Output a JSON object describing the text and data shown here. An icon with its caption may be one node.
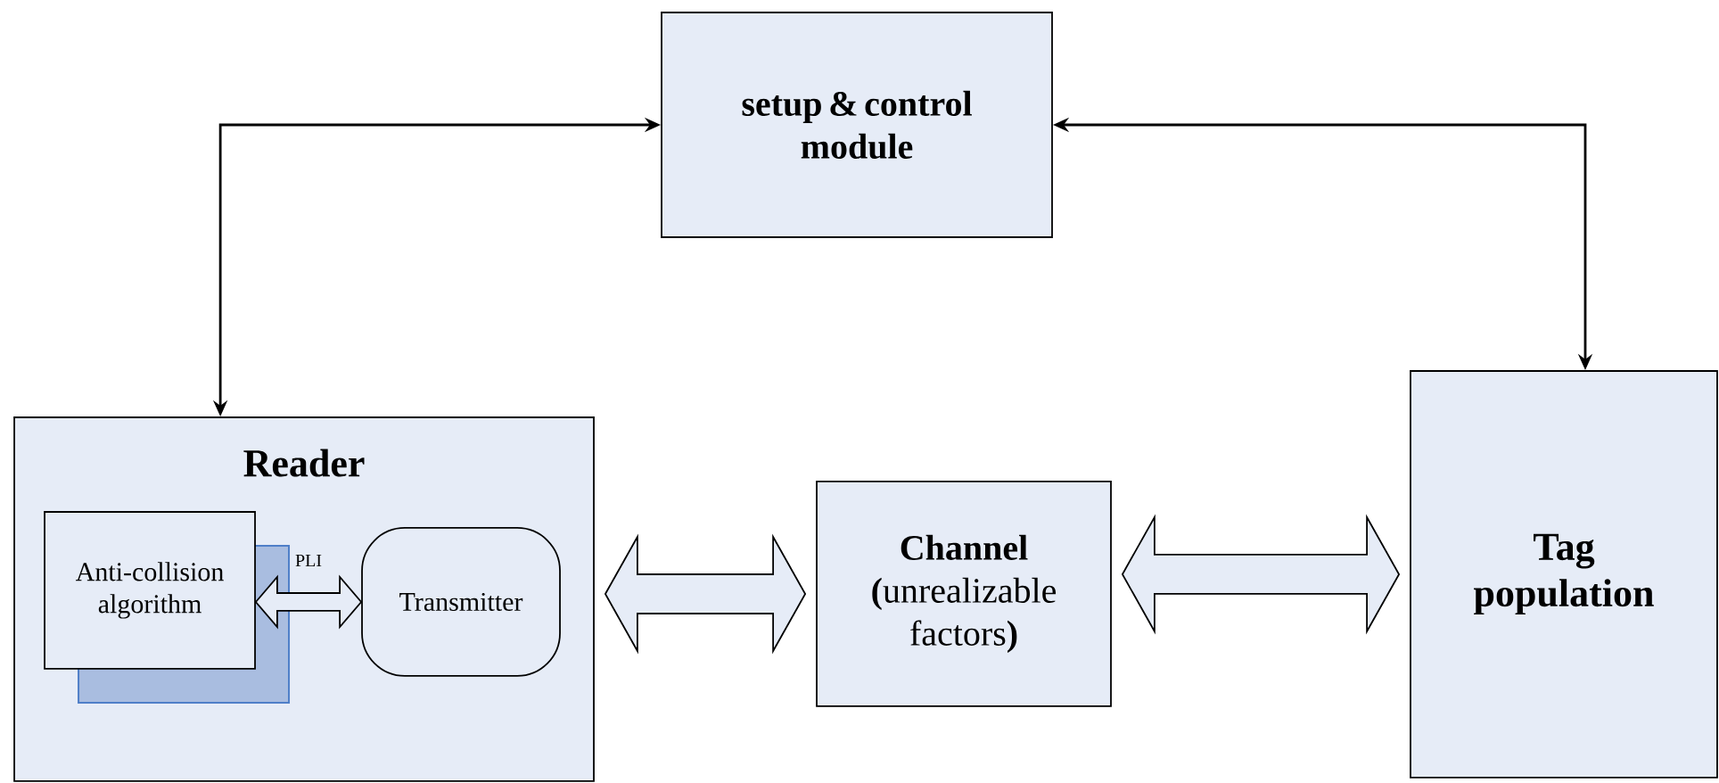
{
  "diagram": {
    "nodes": [
      {
        "text": [
          "setup & control module"
        ]
      },
      {
        "text": [
          "Reader"
        ]
      },
      {
        "text": [
          "Anti-collision algorithm"
        ],
        "in": 1
      },
      {
        "text": [
          "Transmitter"
        ],
        "in": 1
      },
      {
        "text": [
          "Channel",
          "**(**unrealizable factors**)**"
        ]
      },
      {
        "text": [
          "Tag population"
        ]
      }
    ],
    "edges": [
      {
        "from": 0,
        "to": 1,
        "arrow": "both"
      },
      {
        "from": 0,
        "to": 5,
        "arrow": "both"
      },
      {
        "from": 2,
        "to": 3,
        "arrow": "both",
        "style": "thick",
        "label": "PLI"
      },
      {
        "from": 1,
        "to": 4,
        "arrow": "both",
        "style": "thick"
      },
      {
        "from": 4,
        "to": 5,
        "arrow": "both",
        "style": "thick"
      }
    ]
  }
}
